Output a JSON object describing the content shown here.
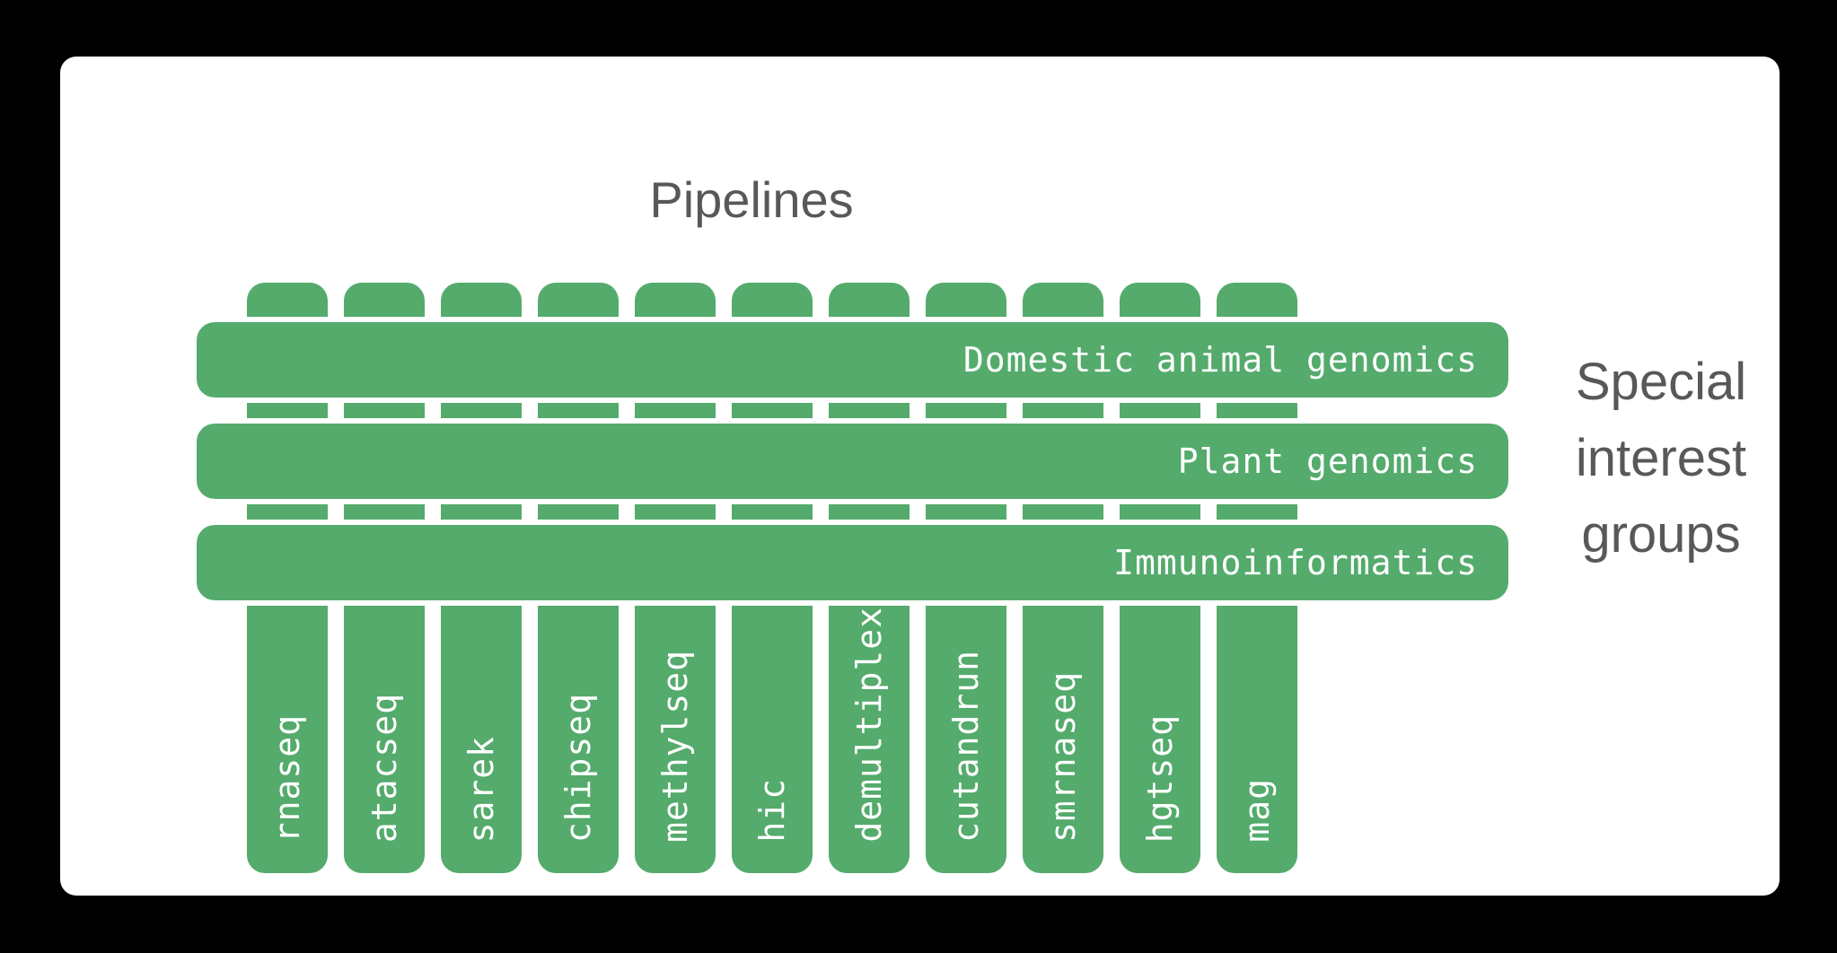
{
  "title": "Pipelines",
  "side_label": {
    "lines": [
      "Special",
      "interest",
      "groups"
    ]
  },
  "pipelines": [
    "rnaseq",
    "atacseq",
    "sarek",
    "chipseq",
    "methylseq",
    "hic",
    "demultiplex",
    "cutandrun",
    "smrnaseq",
    "hgtseq",
    "mag"
  ],
  "special_interest_groups": [
    "Domestic animal genomics",
    "Plant genomics",
    "Immunoinformatics"
  ],
  "colors": {
    "green": "#54ab6c",
    "bar_text": "#ffffff",
    "heading_text": "#56585a",
    "card_background": "#ffffff",
    "page_background": "#000000"
  }
}
